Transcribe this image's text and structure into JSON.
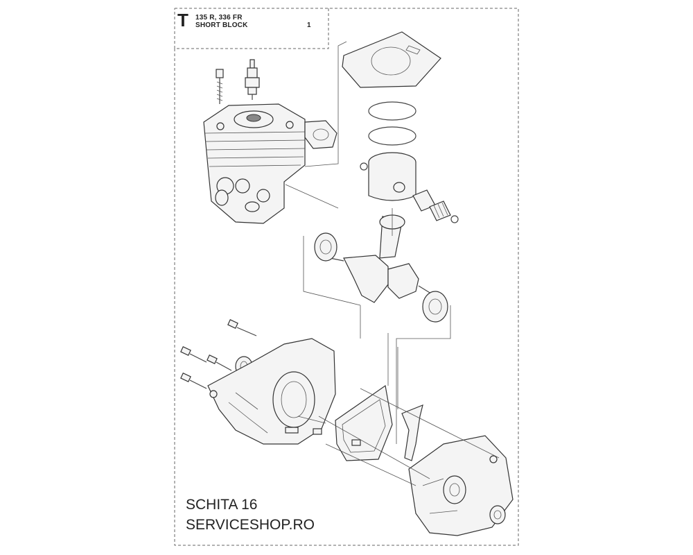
{
  "header": {
    "section_letter": "T",
    "model_line": "135 R, 336 FR",
    "title_line": "SHORT BLOCK",
    "item_number": "1"
  },
  "footer": {
    "line1": "SCHITA 16",
    "line2": "SERVICESHOP.RO"
  },
  "colors": {
    "line": "#444444",
    "part_fill": "#f4f4f4",
    "background": "#ffffff"
  }
}
